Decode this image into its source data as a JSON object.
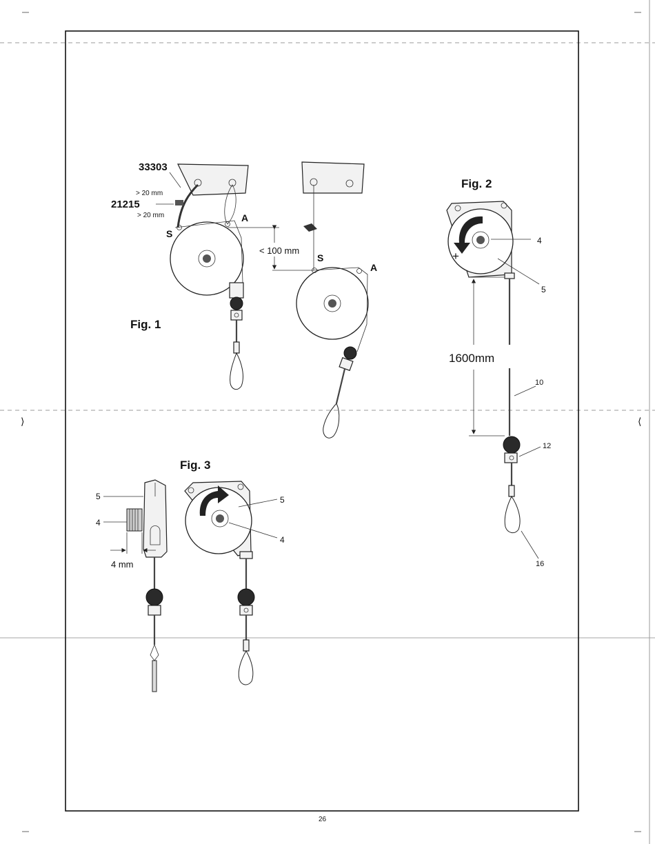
{
  "figures": {
    "fig1": {
      "title": "Fig. 1",
      "part_a": "33303",
      "part_b": "21215",
      "gap_top": "> 20 mm",
      "gap_bottom": "> 20 mm",
      "point_s_left": "S",
      "point_a_left": "A",
      "distance": "< 100 mm",
      "point_s_right": "S",
      "point_a_right": "A"
    },
    "fig2": {
      "title": "Fig. 2",
      "callout_4": "4",
      "callout_5": "5",
      "plus_sign": "+",
      "length": "1600mm",
      "callout_10": "10",
      "callout_12": "12",
      "callout_16": "16"
    },
    "fig3": {
      "title": "Fig. 3",
      "side_callout_5": "5",
      "side_callout_4": "4",
      "offset": "4 mm",
      "front_callout_5": "5",
      "front_callout_4": "4"
    }
  },
  "page_number": "26"
}
